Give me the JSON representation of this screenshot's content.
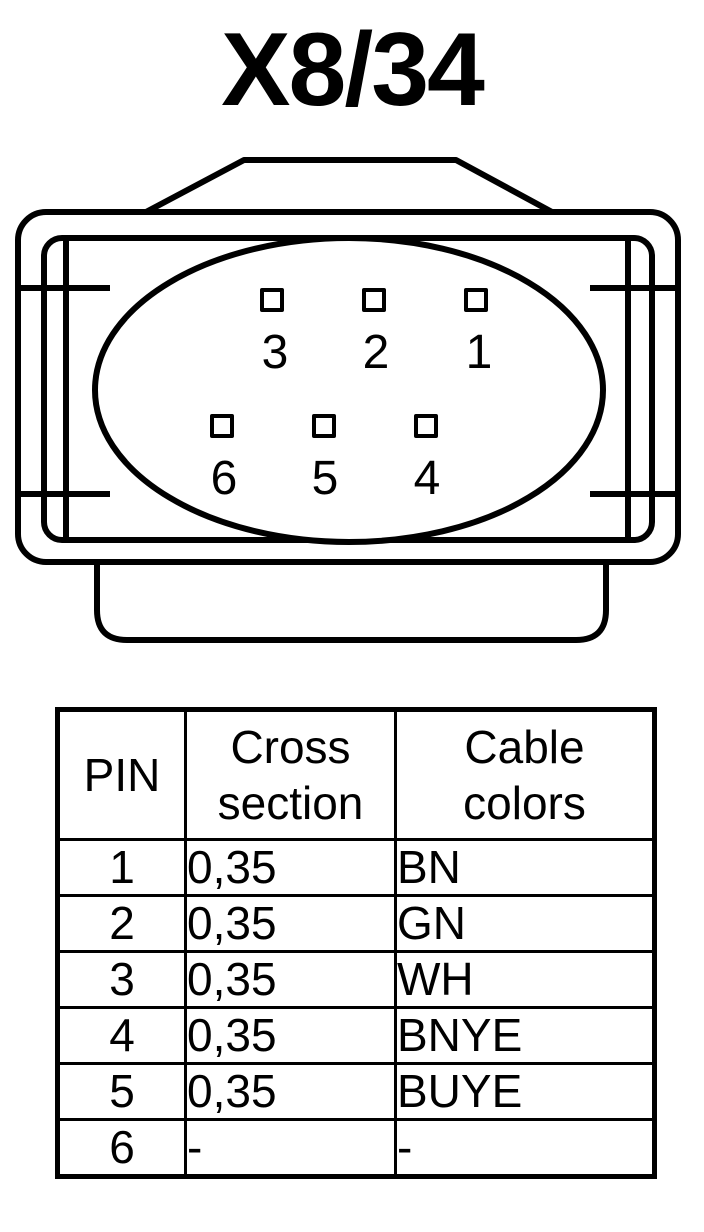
{
  "title": "X8/34",
  "connector": {
    "pins_top_row": [
      "3",
      "2",
      "1"
    ],
    "pins_bottom_row": [
      "6",
      "5",
      "4"
    ]
  },
  "table": {
    "headers": {
      "pin": "PIN",
      "cross_section_line1": "Cross",
      "cross_section_line2": "section",
      "cable_colors_line1": "Cable",
      "cable_colors_line2": "colors"
    },
    "rows": [
      {
        "pin": "1",
        "cross_section": "0,35",
        "color": "BN"
      },
      {
        "pin": "2",
        "cross_section": "0,35",
        "color": "GN"
      },
      {
        "pin": "3",
        "cross_section": "0,35",
        "color": "WH"
      },
      {
        "pin": "4",
        "cross_section": "0,35",
        "color": "BNYE"
      },
      {
        "pin": "5",
        "cross_section": "0,35",
        "color": "BUYE"
      },
      {
        "pin": "6",
        "cross_section": "-",
        "color": "-"
      }
    ]
  }
}
